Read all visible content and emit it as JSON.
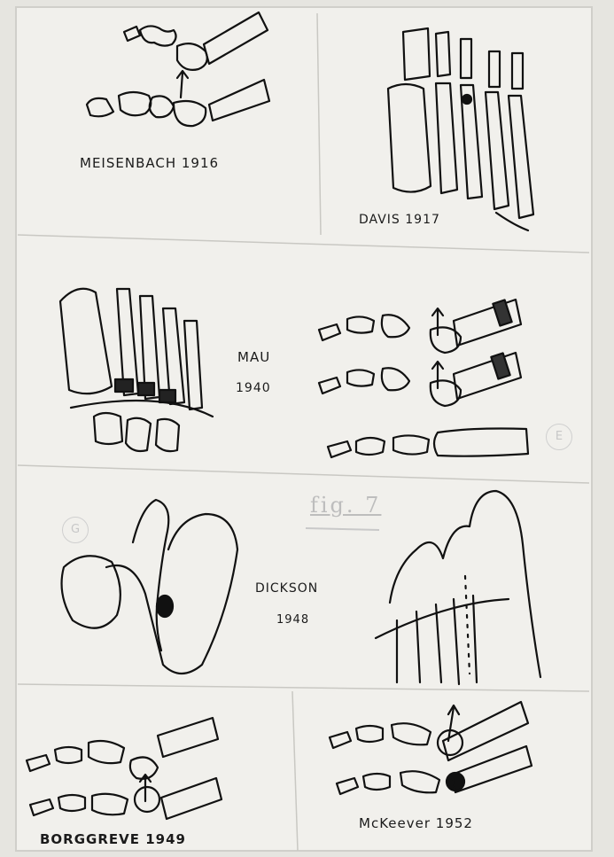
{
  "captions": {
    "meisenbach": "MEISENBACH 1916",
    "davis": "DAVIS 1917",
    "mau_name": "MAU",
    "mau_year": "1940",
    "figure": "fig. 7",
    "dickson_name": "DICKSON",
    "dickson_year": "1948",
    "borggreve": "BORGGREVE 1949",
    "mckeever": "McKeever 1952"
  },
  "markers": {
    "panel_e": "E",
    "panel_g": "G"
  }
}
